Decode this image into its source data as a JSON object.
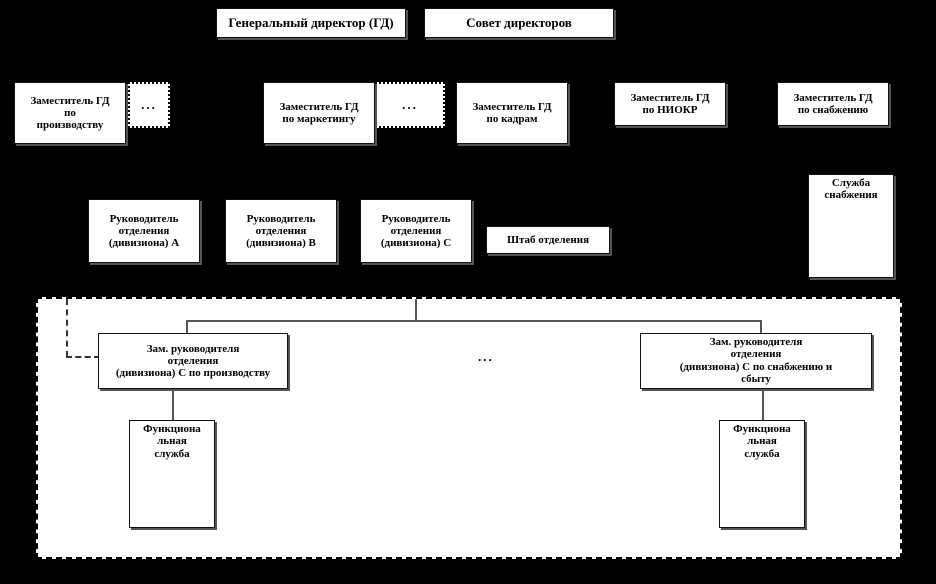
{
  "diagram": {
    "title": "Divisional organizational structure chart",
    "background_color": "#000000",
    "box_fill": "#ffffff",
    "box_border": "#111111",
    "connector_color": "#555555"
  },
  "level1": {
    "ceo": "Генеральный директор (ГД)",
    "board": "Совет директоров"
  },
  "level2": {
    "deputies": [
      {
        "line1": "Заместитель ГД",
        "line2": "по",
        "line3": "производству"
      },
      {
        "line1": "Заместитель ГД",
        "line2": "по маркетингу",
        "line3": ""
      },
      {
        "line1": "Заместитель ГД",
        "line2": "по кадрам",
        "line3": ""
      },
      {
        "line1": "Заместитель ГД",
        "line2": "по НИОКР",
        "line3": ""
      },
      {
        "line1": "Заместитель ГД",
        "line2": "по снабжению",
        "line3": ""
      }
    ],
    "ellipsis_1": "...",
    "ellipsis_2": "..."
  },
  "level3": {
    "divisions": [
      {
        "line1": "Руководитель",
        "line2": "отделения",
        "line3": "(дивизиона)  А"
      },
      {
        "line1": "Руководитель",
        "line2": "отделения",
        "line3": "(дивизиона)  В"
      },
      {
        "line1": "Руководитель",
        "line2": "отделения",
        "line3": "(дивизиона)  С"
      }
    ],
    "staff": "Штаб отделения",
    "supply_service": {
      "line1": "Служба",
      "line2": "снабжения"
    }
  },
  "level4": {
    "ellipsis": "...",
    "deputies": [
      {
        "line1": "Зам. руководителя",
        "line2": "отделения",
        "line3": "(дивизиона)  С по производству",
        "line4": ""
      },
      {
        "line1": "Зам. руководителя",
        "line2": "отделения",
        "line3": "(дивизиона)  С по снабжению и",
        "line4": "сбыту"
      }
    ],
    "functional_services": [
      {
        "line1": "Функциона",
        "line2": "льная",
        "line3": "служба"
      },
      {
        "line1": "Функциона",
        "line2": "льная",
        "line3": "служба"
      }
    ]
  }
}
